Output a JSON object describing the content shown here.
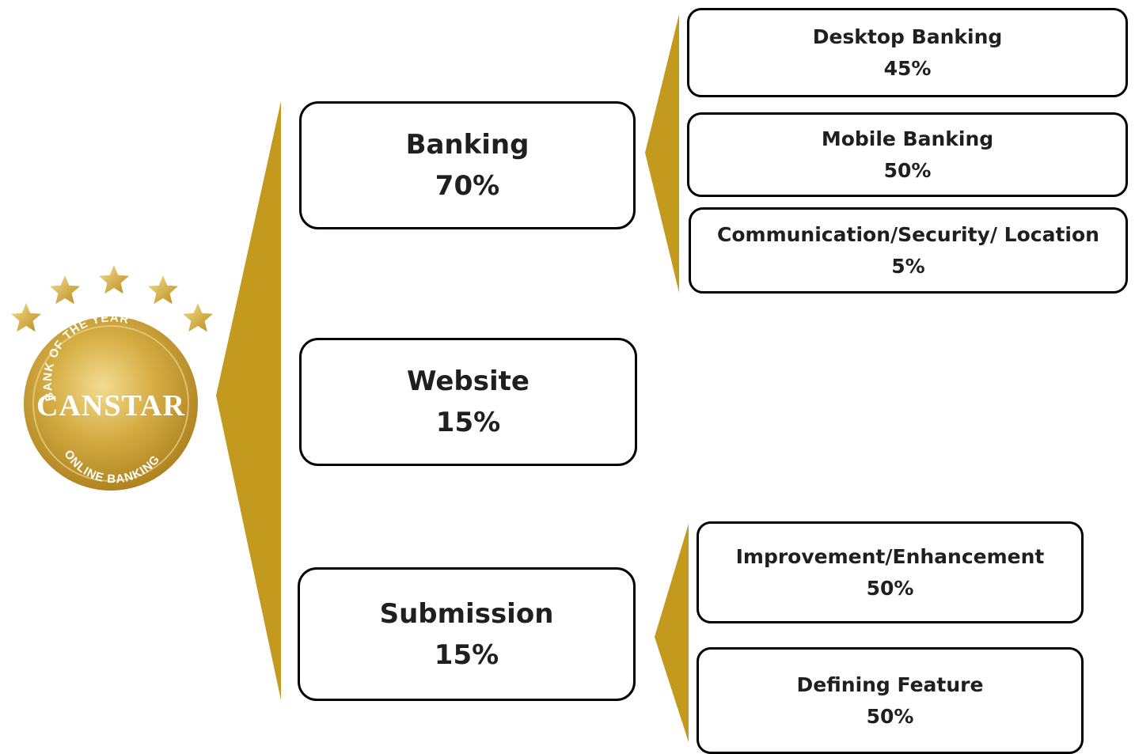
{
  "colors": {
    "gold": "#C49A1E",
    "gold_dark": "#A9801A",
    "gold_light": "#E8CF7A",
    "box_border": "#000000",
    "text": "#1f1f1f"
  },
  "logo": {
    "top_arc_text": "BANK OF THE YEAR",
    "brand": "CANSTAR",
    "bottom_arc_text": "ONLINE BANKING",
    "star_icon": "star-icon",
    "stars": 5
  },
  "categories": [
    {
      "id": "banking",
      "label": "Banking",
      "weight": "70%",
      "subs": [
        {
          "label": "Desktop Banking",
          "weight": "45%"
        },
        {
          "label": "Mobile Banking",
          "weight": "50%"
        },
        {
          "label": "Communication/Security/ Location",
          "weight": "5%"
        }
      ]
    },
    {
      "id": "website",
      "label": "Website",
      "weight": "15%",
      "subs": []
    },
    {
      "id": "submission",
      "label": "Submission",
      "weight": "15%",
      "subs": [
        {
          "label": "Improvement/Enhancement",
          "weight": "50%"
        },
        {
          "label": "Defining Feature",
          "weight": "50%"
        }
      ]
    }
  ]
}
